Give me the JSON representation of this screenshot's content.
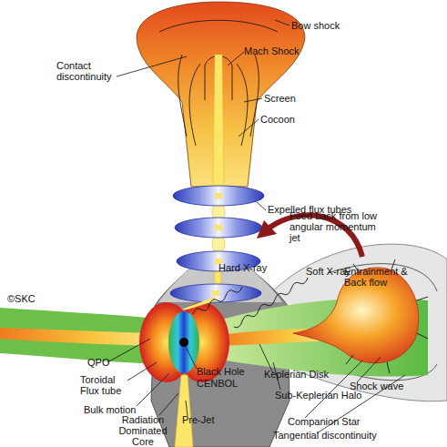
{
  "diagram": {
    "labels": [
      "Bow shock",
      "Contact discontinuity",
      "Mach Shock",
      "Screen",
      "Cocoon",
      "Expelled flux tubes",
      "Feed back from low angular momentum jet",
      "Hard X-ray",
      "Soft X-ray",
      "Entrainment & Back flow",
      "©SKC",
      "QPO",
      "Toroidal Flux tube",
      "Bulk motion",
      "Black Hole",
      "CENBOL",
      "Keplerian Disk",
      "Sub-Keplerian Halo",
      "Shock wave",
      "Radiation Dominated Core",
      "Pre-Jet",
      "Companion Star",
      "Tangential discontinuity"
    ]
  }
}
